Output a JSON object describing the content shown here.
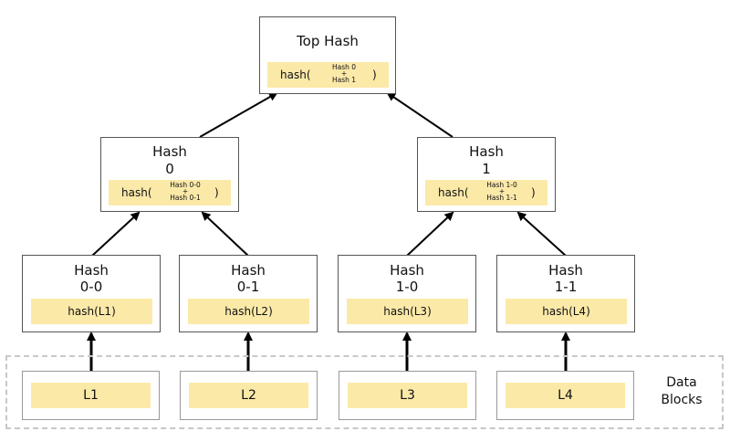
{
  "top": {
    "title": "Top Hash",
    "hash_fn": "hash(",
    "inputs": [
      "Hash 0",
      "+",
      "Hash 1"
    ],
    "close": ")"
  },
  "level1": [
    {
      "title_line1": "Hash",
      "title_line2": "0",
      "hash_fn": "hash(",
      "inputs": [
        "Hash 0-0",
        "+",
        "Hash 0-1"
      ],
      "close": ")"
    },
    {
      "title_line1": "Hash",
      "title_line2": "1",
      "hash_fn": "hash(",
      "inputs": [
        "Hash 1-0",
        "+",
        "Hash 1-1"
      ],
      "close": ")"
    }
  ],
  "level2": [
    {
      "title_line1": "Hash",
      "title_line2": "0-0",
      "content": "hash(L1)"
    },
    {
      "title_line1": "Hash",
      "title_line2": "0-1",
      "content": "hash(L2)"
    },
    {
      "title_line1": "Hash",
      "title_line2": "1-0",
      "content": "hash(L3)"
    },
    {
      "title_line1": "Hash",
      "title_line2": "1-1",
      "content": "hash(L4)"
    }
  ],
  "leaves": [
    "L1",
    "L2",
    "L3",
    "L4"
  ],
  "data_blocks_label": [
    "Data",
    "Blocks"
  ],
  "colors": {
    "highlight": "#fbe9a8",
    "border": "#555555",
    "dashed": "#c8c8c8",
    "arrow": "#000000"
  }
}
